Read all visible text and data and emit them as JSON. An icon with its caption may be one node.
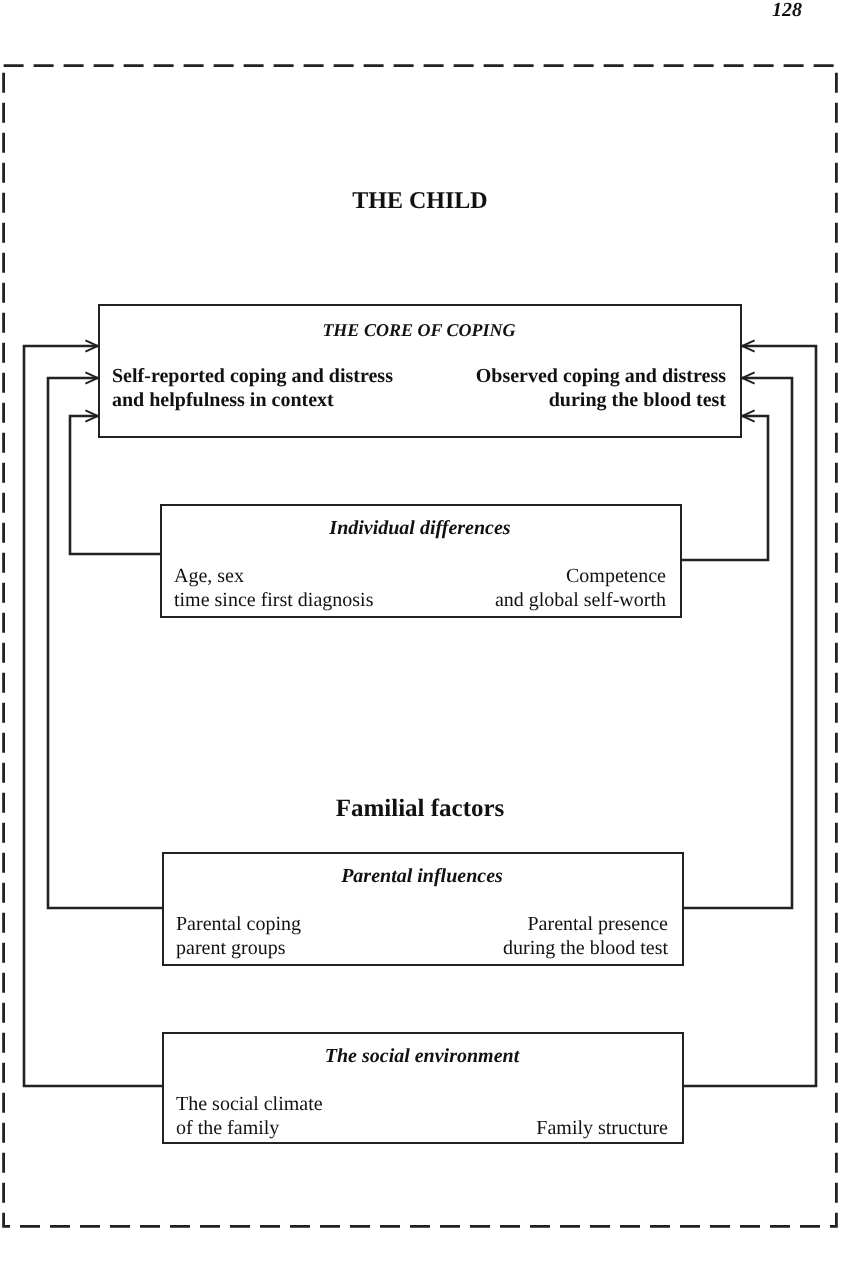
{
  "diagram": {
    "nodes": [
      {
        "text": [
          "THE CHILD"
        ]
      },
      {
        "text": [
          "THE CORE OF COPING",
          "Self-reported coping and distress and helpfulness in context",
          "Observed coping and distress during the blood test"
        ],
        "in": 0
      },
      {
        "text": [
          "Individual differences",
          "Age, sex time since first diagnosis",
          "Competence and global self-worth"
        ],
        "in": 0
      },
      {
        "text": [
          "Parental influences",
          "Parental coping parent groups",
          "Parental presence during the blood test"
        ],
        "in": 0
      },
      {
        "text": [
          "The social environment",
          "The social climate of the family",
          "Family structure"
        ],
        "in": 0
      }
    ],
    "edges": [
      {
        "from": 2,
        "to": 1,
        "arrow": "to"
      },
      {
        "from": 2,
        "to": 1,
        "arrow": "to"
      },
      {
        "from": 3,
        "to": 1,
        "arrow": "to"
      },
      {
        "from": 3,
        "to": 1,
        "arrow": "to"
      },
      {
        "from": 4,
        "to": 1,
        "arrow": "to"
      },
      {
        "from": 4,
        "to": 1,
        "arrow": "to"
      }
    ],
    "labels": [
      "128",
      "Familial factors"
    ]
  }
}
